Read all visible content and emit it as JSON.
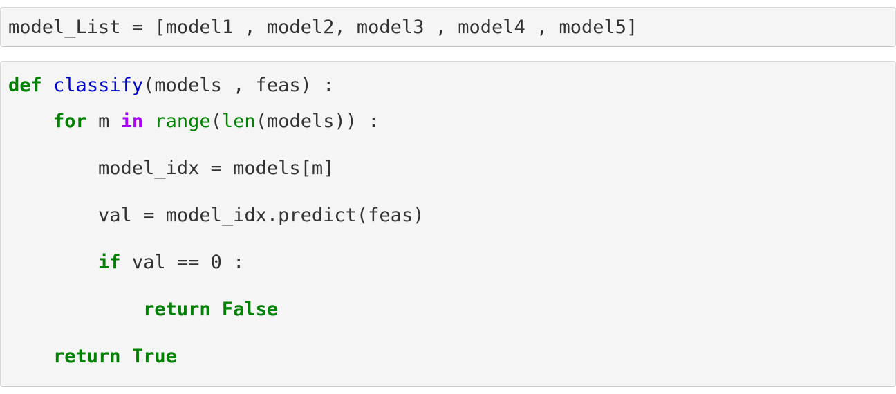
{
  "theme": {
    "page_background": "#ffffff",
    "block_background": "#f5f5f5",
    "block_border": "#d7d7d7",
    "keyword_color": "#008000",
    "operator_keyword_color": "#aa00ff",
    "function_name_color": "#0000cc",
    "builtin_color": "#008000",
    "plain_text_color": "#333333"
  },
  "blocks": [
    {
      "id": "block-1",
      "lines": [
        {
          "text": "model_List = [model1 , model2, model3 , model4 , model5]",
          "tokens": [
            {
              "t": "model_List = [model1 , model2, model3 , model4 , model5]",
              "c": "plain"
            }
          ]
        }
      ]
    },
    {
      "id": "block-2",
      "lines": [
        {
          "text": "def classify(models , feas) :",
          "tokens": [
            {
              "t": "def",
              "c": "kw"
            },
            {
              "t": " ",
              "c": "plain"
            },
            {
              "t": "classify",
              "c": "fn"
            },
            {
              "t": "(models , feas) :",
              "c": "plain"
            }
          ]
        },
        {
          "text": "    for m in range(len(models)) :",
          "tokens": [
            {
              "t": "    ",
              "c": "plain"
            },
            {
              "t": "for",
              "c": "kw"
            },
            {
              "t": " m ",
              "c": "plain"
            },
            {
              "t": "in",
              "c": "opkw"
            },
            {
              "t": " ",
              "c": "plain"
            },
            {
              "t": "range",
              "c": "builtin"
            },
            {
              "t": "(",
              "c": "plain"
            },
            {
              "t": "len",
              "c": "builtin"
            },
            {
              "t": "(models)) :",
              "c": "plain"
            }
          ]
        },
        {
          "text": "        model_idx = models[m]",
          "tokens": [
            {
              "t": "        model_idx = models[m]",
              "c": "plain"
            }
          ]
        },
        {
          "text": "        val = model_idx.predict(feas)",
          "tokens": [
            {
              "t": "        val = model_idx.predict(feas)",
              "c": "plain"
            }
          ]
        },
        {
          "text": "        if val == 0 :",
          "tokens": [
            {
              "t": "        ",
              "c": "plain"
            },
            {
              "t": "if",
              "c": "kw"
            },
            {
              "t": " val == ",
              "c": "plain"
            },
            {
              "t": "0",
              "c": "num"
            },
            {
              "t": " :",
              "c": "plain"
            }
          ]
        },
        {
          "text": "            return False",
          "tokens": [
            {
              "t": "            ",
              "c": "plain"
            },
            {
              "t": "return",
              "c": "kw"
            },
            {
              "t": " ",
              "c": "plain"
            },
            {
              "t": "False",
              "c": "kw"
            }
          ]
        },
        {
          "text": "    return True",
          "tokens": [
            {
              "t": "    ",
              "c": "plain"
            },
            {
              "t": "return",
              "c": "kw"
            },
            {
              "t": " ",
              "c": "plain"
            },
            {
              "t": "True",
              "c": "kw"
            }
          ]
        }
      ]
    }
  ]
}
